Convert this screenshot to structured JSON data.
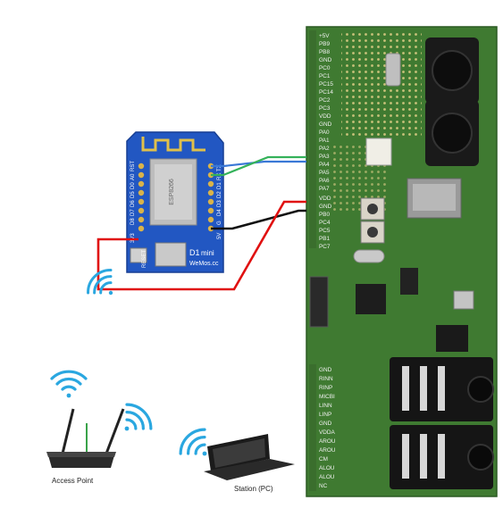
{
  "labels": {
    "access_point": "Access Point",
    "station": "Station (PC)"
  },
  "d1": {
    "brand": "D1",
    "model": "mini",
    "site": "WeMos.cc",
    "left_pins": [
      "3V3",
      "D8",
      "D7",
      "D6",
      "D5",
      "D0",
      "A0",
      "RST"
    ],
    "right_pins": [
      "TX",
      "RX",
      "D1",
      "D2",
      "D3",
      "D4",
      "G",
      "5V"
    ],
    "reset": "RESET"
  },
  "board": {
    "top_pins": [
      "+5V",
      "PB9",
      "PB8",
      "GND",
      "PC0",
      "PC1",
      "PC15",
      "PC14",
      "PC2",
      "PC3",
      "VDD",
      "GND",
      "PA0",
      "PA1",
      "PA2",
      "PA3",
      "PA4",
      "PA5",
      "PA6",
      "PA7",
      "VDD",
      "GND",
      "PB0",
      "PC4",
      "PC5",
      "PB1",
      "PC7"
    ],
    "bottom_pins": [
      "GND",
      "RINN",
      "RINP",
      "MICBI",
      "LINN",
      "LINP",
      "GND",
      "VDDA",
      "AROU",
      "AROU",
      "CM",
      "ALOU",
      "ALOU",
      "NC"
    ]
  },
  "colors": {
    "board_green": "#3f7a31",
    "d1_blue": "#2257c2",
    "wire_red": "#e01010",
    "wire_black": "#111111",
    "wire_blue": "#3a78d6",
    "wire_green": "#34b25a",
    "wifi_blue": "#2aa7e0"
  }
}
